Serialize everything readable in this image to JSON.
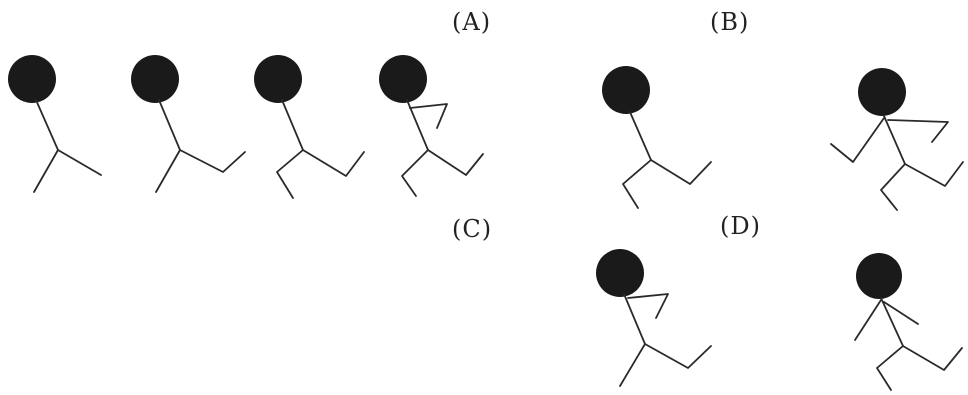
{
  "panels": {
    "a": {
      "label": "(A)"
    },
    "b": {
      "label": "(B)"
    },
    "c": {
      "label": "(C)"
    },
    "d": {
      "label": "(D)"
    }
  },
  "colors": {
    "ink": "#2a2a2a",
    "head": "#1a1a1a",
    "background": "#ffffff"
  }
}
